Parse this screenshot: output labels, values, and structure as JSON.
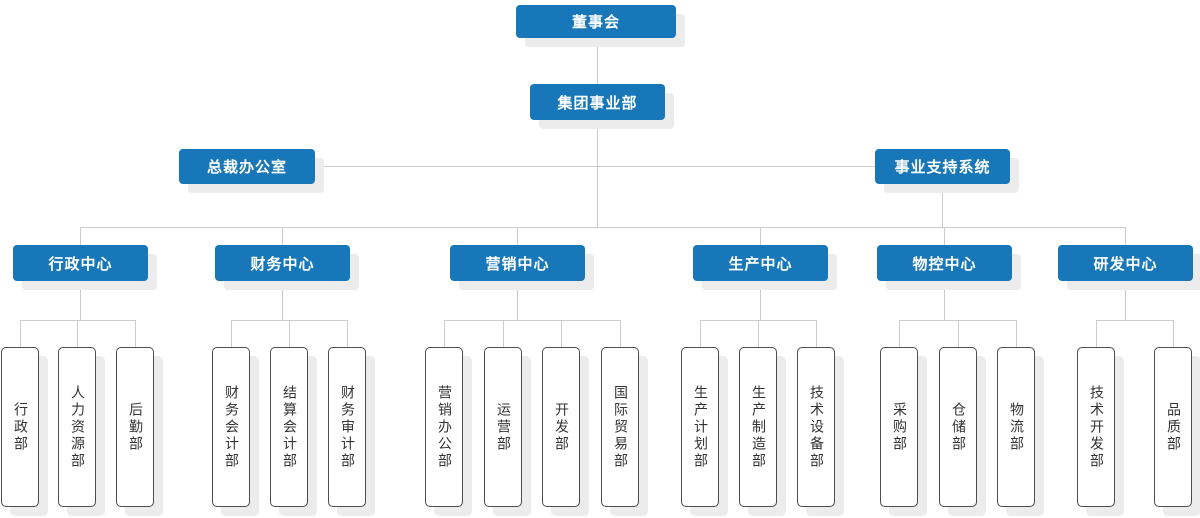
{
  "colors": {
    "node_blue": "#1777b8",
    "node_text": "#ffffff",
    "leaf_border": "#4d4d4d",
    "leaf_text": "#333333",
    "line": "#cccccc",
    "shadow": "#ececec",
    "page_bg": "#ffffff"
  },
  "org_chart": {
    "root": "董事会",
    "level2": "集团事业部",
    "level3_left": "总裁办公室",
    "level3_right": "事业支持系统",
    "centers": [
      {
        "label": "行政中心",
        "departments": [
          "行政部",
          "人力资源部",
          "后勤部"
        ]
      },
      {
        "label": "财务中心",
        "departments": [
          "财务会计部",
          "结算会计部",
          "财务审计部"
        ]
      },
      {
        "label": "营销中心",
        "departments": [
          "营销办公部",
          "运营部",
          "开发部",
          "国际贸易部"
        ]
      },
      {
        "label": "生产中心",
        "departments": [
          "生产计划部",
          "生产制造部",
          "技术设备部"
        ]
      },
      {
        "label": "物控中心",
        "departments": [
          "采购部",
          "仓储部",
          "物流部"
        ]
      },
      {
        "label": "研发中心",
        "departments": [
          "技术开发部",
          "品质部"
        ]
      }
    ]
  }
}
